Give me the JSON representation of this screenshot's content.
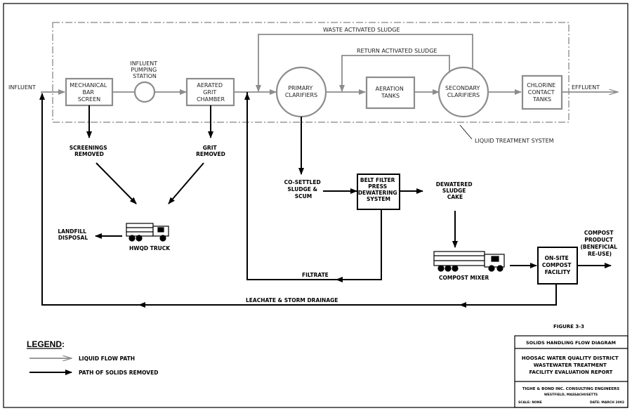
{
  "labels": {
    "influent": "INFLUENT",
    "mech_bar": [
      "MECHANICAL",
      "BAR",
      "SCREEN"
    ],
    "pumping": [
      "INFLUENT",
      "PUMPING",
      "STATION"
    ],
    "grit_chamber": [
      "AERATED",
      "GRIT",
      "CHAMBER"
    ],
    "primary": [
      "PRIMARY",
      "CLARIFIERS"
    ],
    "aeration": [
      "AERATION",
      "TANKS"
    ],
    "secondary": [
      "SECONDARY",
      "CLARIFIERS"
    ],
    "chlorine": [
      "CHLORINE",
      "CONTACT",
      "TANKS"
    ],
    "effluent": "EFFLUENT",
    "was": "WASTE ACTIVATED SLUDGE",
    "ras": "RETURN ACTIVATED SLUDGE",
    "liquid_system": "LIQUID TREATMENT SYSTEM",
    "screenings": [
      "SCREENINGS",
      "REMOVED"
    ],
    "grit_removed": [
      "GRIT",
      "REMOVED"
    ],
    "landfill": [
      "LANDFILL",
      "DISPOSAL"
    ],
    "truck": "HWQD TRUCK",
    "cosettled": [
      "CO-SETTLED",
      "SLUDGE &",
      "SCUM"
    ],
    "belt": [
      "BELT FILTER",
      "PRESS",
      "DEWATERING",
      "SYSTEM"
    ],
    "dewatered": [
      "DEWATERED",
      "SLUDGE",
      "CAKE"
    ],
    "filtrate": "FILTRATE",
    "mixer": "COMPOST MIXER",
    "onsite": [
      "ON-SITE",
      "COMPOST",
      "FACILITY"
    ],
    "product": [
      "COMPOST",
      "PRODUCT",
      "(BENEFICIAL",
      "RE-USE)"
    ],
    "leachate": "LEACHATE & STORM DRAINAGE"
  },
  "legend": {
    "title": "LEGEND:",
    "liquid": "LIQUID FLOW PATH",
    "solids": "PATH OF SOLIDS REMOVED"
  },
  "title_block": {
    "figure": "FIGURE 3-3",
    "title": "SOLIDS HANDLING FLOW DIAGRAM",
    "project": [
      "HOOSAC WATER QUALITY DISTRICT",
      "WASTEWATER TREATMENT",
      "FACILITY EVALUATION REPORT"
    ],
    "firm": "TIGHE & BOND INC. CONSULTING ENGINEERS",
    "location": "WESTFIELD, MASSACHUSETTS",
    "scale": "SCALE: NONE",
    "date": "DATE: MARCH 2002"
  },
  "colors": {
    "liquid": "#8c8c8c",
    "solids": "#000000",
    "frame": "#000000"
  }
}
